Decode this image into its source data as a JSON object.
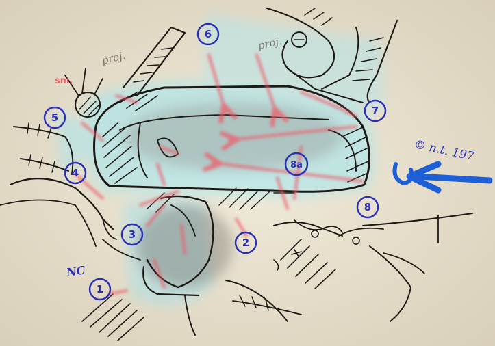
{
  "sketch": {
    "region_numbers": [
      "1",
      "2",
      "3",
      "4",
      "5",
      "6",
      "7",
      "8",
      "8a"
    ],
    "pencil_labels": {
      "left": "proj.",
      "right": "proj."
    },
    "hand_labels": {
      "nc": "NC",
      "red_abbrev": "sm.",
      "copyright": "© n.t. 197"
    },
    "colors": {
      "paper": "#e9e2cf",
      "ink": "#1d1a16",
      "red_arrows": "#ec5d6b",
      "blue_marker": "#2b2fb5",
      "blue_arrow": "#1f5fd6",
      "cyan_halo": "#88e8f5"
    }
  }
}
